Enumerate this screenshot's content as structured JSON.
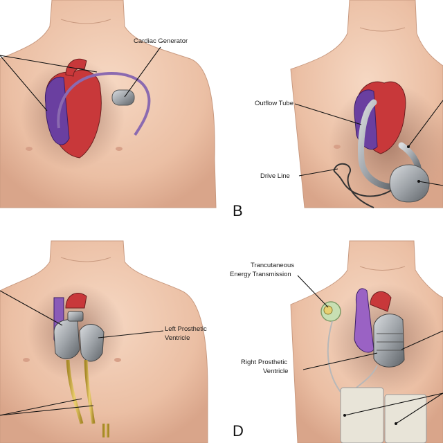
{
  "colors": {
    "skin": "#efc7ae",
    "skin_shadow": "#d9a58a",
    "vein_purple": "#6a3fa0",
    "heart_red": "#c8383a",
    "metal": "#9ea3a8",
    "tube_gold": "#d8b84a"
  },
  "panels": [
    {
      "id": "A",
      "letter": "",
      "labels": [
        "Cardiac Generator"
      ]
    },
    {
      "id": "B",
      "letter": "B",
      "labels": [
        "Outflow Tube",
        "Drive Line"
      ]
    },
    {
      "id": "C",
      "letter": "",
      "labels": [
        "Left Prosthetic",
        "Ventricle"
      ]
    },
    {
      "id": "D",
      "letter": "D",
      "labels": [
        "Trancutaneous",
        "Energy Transmission",
        "Right Prosthetic",
        "Ventricle"
      ]
    }
  ]
}
